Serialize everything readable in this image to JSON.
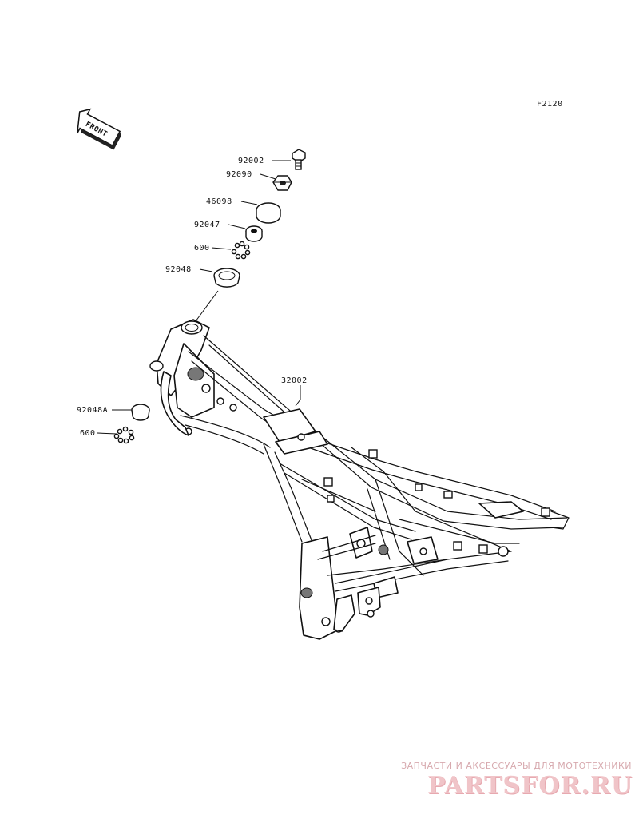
{
  "diagram": {
    "code": "F2120",
    "front_arrow_text": "FRONT",
    "parts": [
      {
        "number": "92002"
      },
      {
        "number": "92090"
      },
      {
        "number": "46098"
      },
      {
        "number": "92047"
      },
      {
        "number": "600"
      },
      {
        "number": "92048"
      },
      {
        "number": "32002"
      },
      {
        "number": "92048A"
      },
      {
        "number": "600"
      }
    ]
  },
  "watermark": {
    "tagline": "ЗАПЧАСТИ И АКСЕССУАРЫ ДЛЯ МОТОТЕХНИКИ",
    "logo": "PARTSFOR.RU"
  }
}
